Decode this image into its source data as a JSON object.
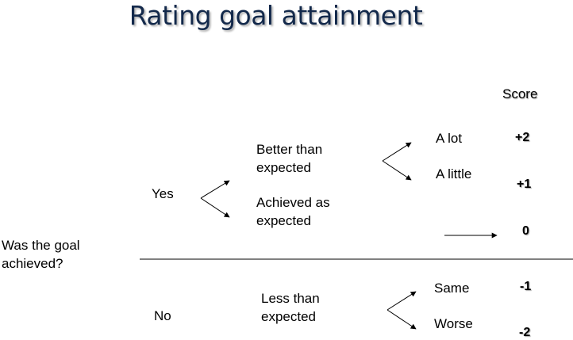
{
  "title": "Rating goal attainment",
  "question": "Was the goal achieved?",
  "score_header": "Score",
  "yes": {
    "label": "Yes",
    "better": {
      "label": "Better than expected",
      "a_lot": "A lot",
      "a_little": "A little",
      "score_a_lot": "+2",
      "score_a_little": "+1"
    },
    "achieved": {
      "label": "Achieved as expected",
      "score": "0"
    }
  },
  "no": {
    "label": "No",
    "less": {
      "label": "Less than expected",
      "same": "Same",
      "worse": "Worse",
      "score_same": "-1",
      "score_worse": "-2"
    }
  }
}
